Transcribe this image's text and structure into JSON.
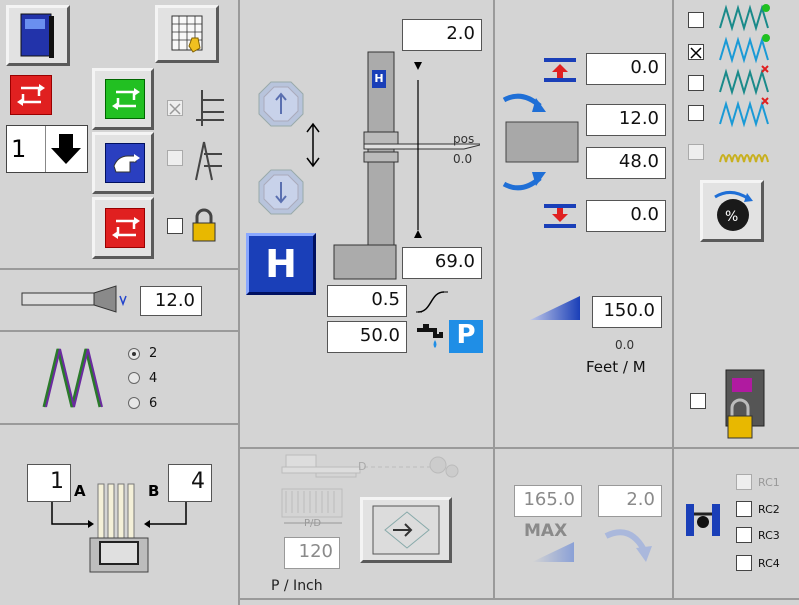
{
  "left": {
    "count_value": "1",
    "wire_count_value": "12.0",
    "radio_options": [
      "2",
      "4",
      "6"
    ],
    "radio_selected": "2",
    "cam_a_value": "1",
    "cam_b_value": "4",
    "cam_a_label": "A",
    "cam_b_label": "B"
  },
  "center": {
    "top_value": "2.0",
    "bottom_value": "69.0",
    "pos_label": "pos",
    "pos_value": "0.0",
    "h_block_label": "H",
    "h_button_label": "H",
    "ramp_value": "0.5",
    "oil_value": "50.0",
    "p_label": "P",
    "pitch_value": "120",
    "pitch_unit": "P / Inch",
    "pd_label": "P/D",
    "d_label": "D"
  },
  "right": {
    "upper_value": "0.0",
    "mid_value_1": "12.0",
    "mid_value_2": "48.0",
    "lower_value": "0.0",
    "speed_value": "150.0",
    "speed_sub": "0.0",
    "speed_unit": "Feet / M",
    "max_value": "165.0",
    "max_label": "MAX",
    "rot_value": "2.0"
  },
  "far_right": {
    "rc_labels": [
      "RC1",
      "RC2",
      "RC3",
      "RC4"
    ]
  },
  "colors": {
    "background": "#d4d4d4",
    "red": "#e02020",
    "green": "#20c020",
    "blue": "#1a3fb8",
    "accent_blue": "#1f8ee6"
  }
}
